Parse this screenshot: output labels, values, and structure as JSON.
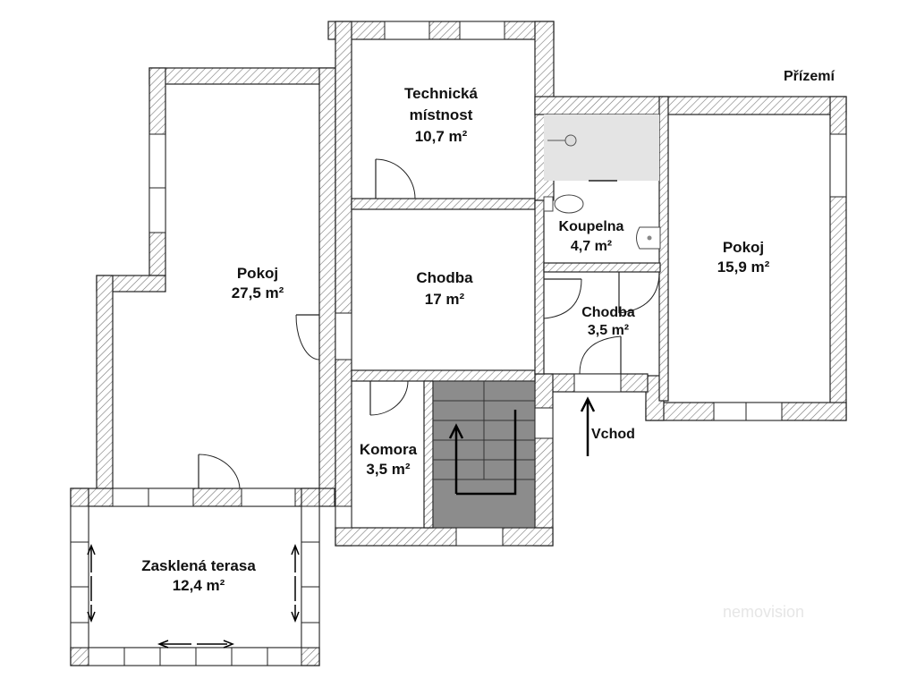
{
  "plan": {
    "floor_label": "Přízemí",
    "entrance_label": "Vchod",
    "watermark": "nemovision"
  },
  "rooms": {
    "pokoj_large": {
      "name": "Pokoj",
      "area": "27,5 m²"
    },
    "technicka": {
      "name_line1": "Technická",
      "name_line2": "místnost",
      "area": "10,7 m²"
    },
    "chodba_main": {
      "name": "Chodba",
      "area": "17 m²"
    },
    "koupelna": {
      "name": "Koupelna",
      "area": "4,7 m²"
    },
    "chodba_small": {
      "name": "Chodba",
      "area": "3,5 m²"
    },
    "pokoj_right": {
      "name": "Pokoj",
      "area": "15,9 m²"
    },
    "komora": {
      "name": "Komora",
      "area": "3,5 m²"
    },
    "terasa": {
      "name": "Zasklená terasa",
      "area": "12,4 m²"
    }
  },
  "colors": {
    "wall_stroke": "#222222",
    "stair_fill": "#8c8c8c",
    "shower_fill": "#e4e4e4",
    "text": "#111111"
  }
}
